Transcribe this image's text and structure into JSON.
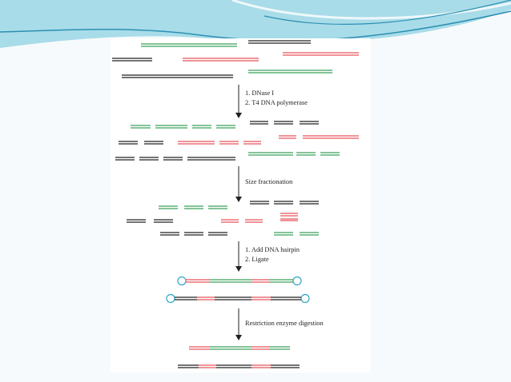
{
  "colors": {
    "background": "#f7fafc",
    "banner_light": "#a8dce8",
    "banner_dark": "#2c8fb3",
    "strand_black": "#222222",
    "strand_green": "#3aa05a",
    "strand_red": "#e8555a",
    "hairpin": "#2ea8c8",
    "arrow": "#222222"
  },
  "steps": {
    "digestion_1": "1. DNase I",
    "digestion_2": "2. T4 DNA polymerase",
    "size_fractionation": "Size fractionation",
    "hairpin_1": "1. Add DNA hairpin",
    "hairpin_2": "2. Ligate",
    "restriction": "Restriction enzyme digestion"
  },
  "icons": {
    "step_arrow": "down-arrow-icon",
    "hairpin_loop": "circle-icon"
  }
}
